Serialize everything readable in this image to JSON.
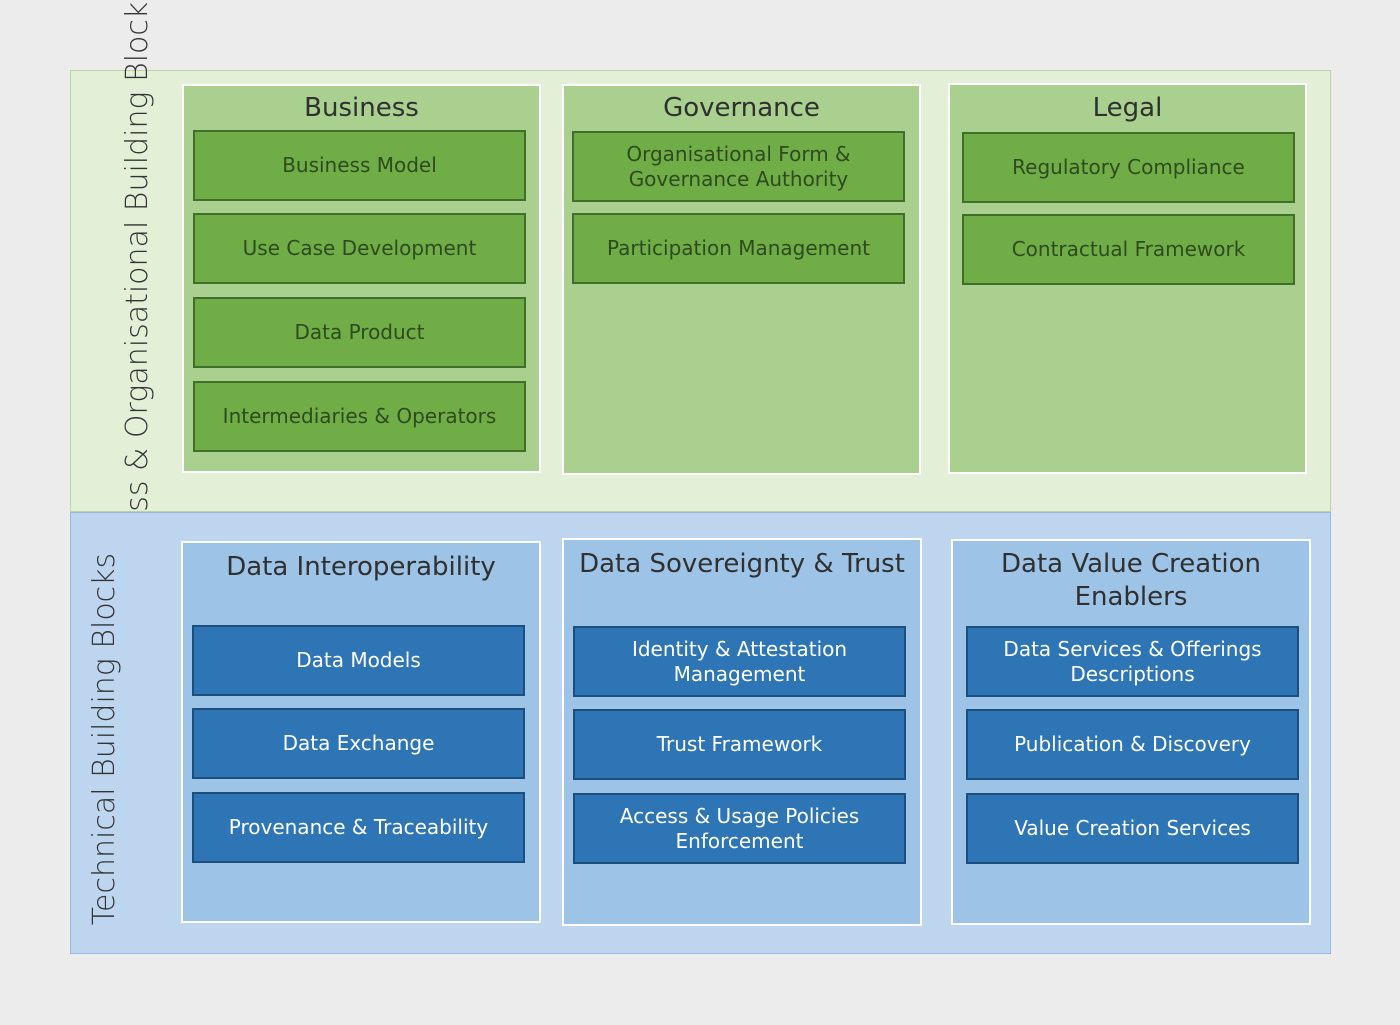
{
  "business_band": {
    "label": "Business & Organisational\nBuilding Blocks",
    "columns": [
      {
        "title": "Business",
        "items": [
          "Business Model",
          "Use Case Development",
          "Data Product",
          "Intermediaries & Operators"
        ]
      },
      {
        "title": "Governance",
        "items": [
          "Organisational Form &\nGovernance Authority",
          "Participation Management"
        ]
      },
      {
        "title": "Legal",
        "items": [
          "Regulatory Compliance",
          "Contractual Framework"
        ]
      }
    ]
  },
  "technical_band": {
    "label": "Technical Building Blocks",
    "columns": [
      {
        "title": "Data Interoperability",
        "items": [
          "Data Models",
          "Data Exchange",
          "Provenance & Traceability"
        ]
      },
      {
        "title": "Data Sovereignty & Trust",
        "items": [
          "Identity & Attestation\nManagement",
          "Trust Framework",
          "Access & Usage Policies\nEnforcement"
        ]
      },
      {
        "title": "Data Value Creation\nEnablers",
        "items": [
          "Data Services & Offerings\nDescriptions",
          "Publication & Discovery",
          "Value Creation Services"
        ]
      }
    ]
  },
  "colors": {
    "business_band_bg": "#e3efd7",
    "business_column_bg": "#a9d08e",
    "business_box_bg": "#70ad47",
    "technical_band_bg": "#bdd5ee",
    "technical_column_bg": "#9dc3e6",
    "technical_box_bg": "#2e75b6"
  }
}
